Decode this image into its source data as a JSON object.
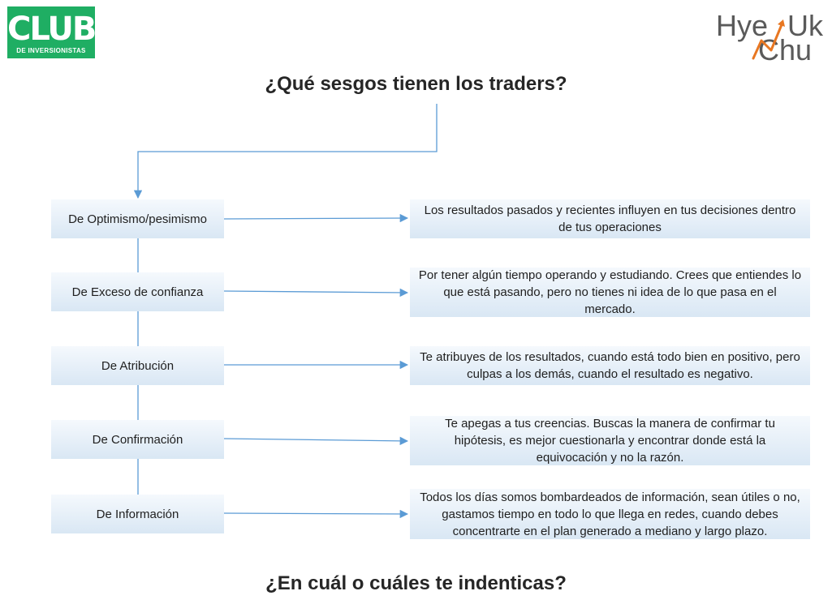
{
  "logos": {
    "club": {
      "big": "CLUB",
      "small": "DE INVERSIONISTAS"
    },
    "hyeuk": {
      "line1": "Hye",
      "line1b": "Uk",
      "line2": "Chu"
    }
  },
  "title_top": "¿Qué sesgos tienen los traders?",
  "title_bottom": "¿En cuál o cuáles te indenticas?",
  "biases": [
    {
      "name": "De Optimismo/pesimismo",
      "description": "Los resultados pasados y recientes influyen en tus decisiones dentro de tus operaciones"
    },
    {
      "name": "De Exceso de confianza",
      "description": "Por tener algún tiempo operando y estudiando. Crees que entiendes lo que está pasando, pero no tienes ni idea de lo que pasa en el mercado."
    },
    {
      "name": "De Atribución",
      "description": "Te atribuyes de los resultados, cuando está todo bien en positivo, pero culpas a los demás, cuando el resultado es negativo."
    },
    {
      "name": "De Confirmación",
      "description": "Te apegas a tus creencias. Buscas la manera de confirmar tu hipótesis, es mejor cuestionarla y encontrar donde está la equivocación y no la razón."
    },
    {
      "name": "De Información",
      "description": "Todos los días somos bombardeados de información, sean útiles o no, gastamos tiempo en todo lo que llega en redes, cuando debes concentrarte en el plan generado  a mediano y largo plazo."
    }
  ],
  "colors": {
    "connector": "#5b9bd5",
    "club_green": "#1fae63",
    "hyeuk_orange": "#e87722",
    "text": "#1f1f1f"
  }
}
